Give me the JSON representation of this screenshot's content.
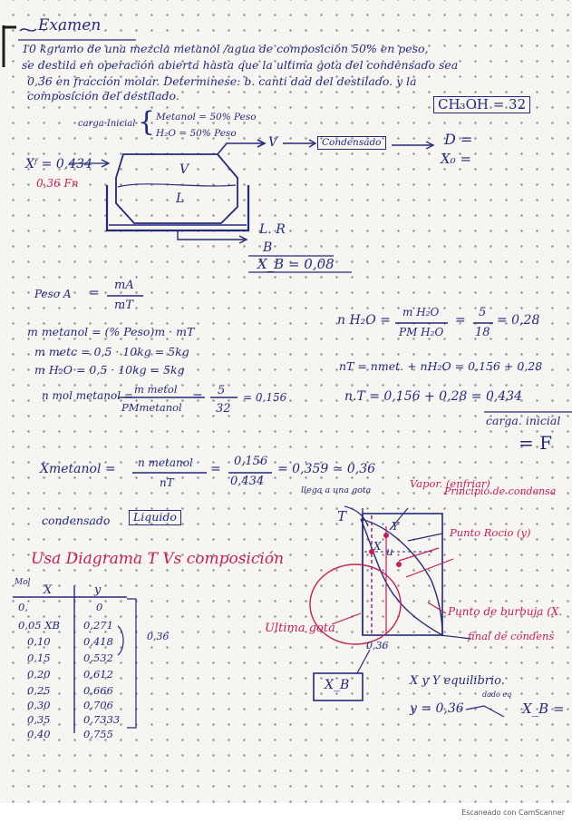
{
  "title": "Examen",
  "problem": [
    "10 kgramo de una mezcla metanol /agua de composición 50% en peso,",
    "se destila en operación abierta hasta que la ultima gota del condensado sea",
    "0,36 en fracción molar. Determinese: b. canti dad del destilado. y la",
    "composicion del destilado."
  ],
  "molar_mass": "CH₃OH = 32",
  "diagram": {
    "carga_label": "carga Inicial",
    "comp_1": "Metanol = 50% Peso",
    "comp_2": "H₂O = 50% Peso",
    "v_label": "V",
    "condensado": "Condensado",
    "d_label": "D =",
    "xd_label": "X₀ =",
    "xf_label": "Xᶠ = 0,434",
    "fn_label": "0,36 Fn",
    "vapor_sym": "V",
    "liquid_sym": "L",
    "lr_label": "L. R",
    "b_label": "B",
    "xb_label": "X_B = 0,08"
  },
  "eq": {
    "peso_lhs": "Peso A",
    "peso_num": "mA",
    "peso_den": "mT",
    "m_metanol": "m metanol = (% Peso)m · mT",
    "m_metc": "m metc = 0,5 · 10kg = 5kg",
    "m_h2o": "m H₂O = 0,5 · 10kg = 5kg",
    "n_metanol_lhs": "n mol metanol =",
    "n_metanol_num": "m metol",
    "n_metanol_den": "PMmetanol",
    "n_metanol_mid": "=",
    "n_metanol_5": "5",
    "n_metanol_32": "32",
    "n_metanol_res": "= 0,156",
    "nh2o_lhs": "n H₂O =",
    "nh2o_num": "m H₂O",
    "nh2o_den": "PM H₂O",
    "nh2o_frac_num": "5",
    "nh2o_frac_den": "18",
    "nh2o_res": "= 0,28",
    "nt_1": "nT = nmet. + nH₂O = 0,156 + 0,28",
    "nt_2": "n.T = 0,156 + 0,28 = 0,434",
    "carga_inicial": "carga. inicial",
    "eq_f": "= F",
    "xmet_lhs": "Xmetanol =",
    "xmet_num": "n metanol",
    "xmet_den": "nT",
    "xmet_num2": "0,156",
    "xmet_den2": "0,434",
    "xmet_res": "= 0,359 ≃ 0,36"
  },
  "condensado_line": "condensado",
  "liquido": "Liquido",
  "usa_diagrama": "Usa Diagrama T Vs composición",
  "table": {
    "note": "Mol",
    "headers": [
      "X",
      "y"
    ],
    "rows": [
      [
        "0,",
        "0"
      ],
      [
        "0,05 XB",
        "0,271"
      ],
      [
        "0,10",
        "0,418"
      ],
      [
        "0,15",
        "0,532"
      ],
      [
        "0,20",
        "0,612"
      ],
      [
        "0,25",
        "0,666"
      ],
      [
        "0,30",
        "0,706"
      ],
      [
        "0,35",
        "0,7333"
      ],
      [
        "0,40",
        "0,755"
      ]
    ],
    "bracket": "0,36"
  },
  "tdiag": {
    "t_label": "T",
    "llega": "llega a una gota",
    "vapor": "Vapor. (enfriar)",
    "principio": "Principio de condensa",
    "punto_rocio": "Punto Rocio (y)",
    "punto_burbuja": "Punto de burbuja (X.",
    "final": "final de condens",
    "ultima": "Ultima gota",
    "y_mark": "Y",
    "x_mark": "X",
    "u_mark": "u",
    "x036": "0,36",
    "xb_box": "X_B",
    "equilibrio": "X y Y equilibrio.",
    "y_eq": "y = 0,36",
    "arrow_label": "dado eq",
    "xb_eq": "X_B ="
  },
  "footer": "Escaneado con CamScanner"
}
